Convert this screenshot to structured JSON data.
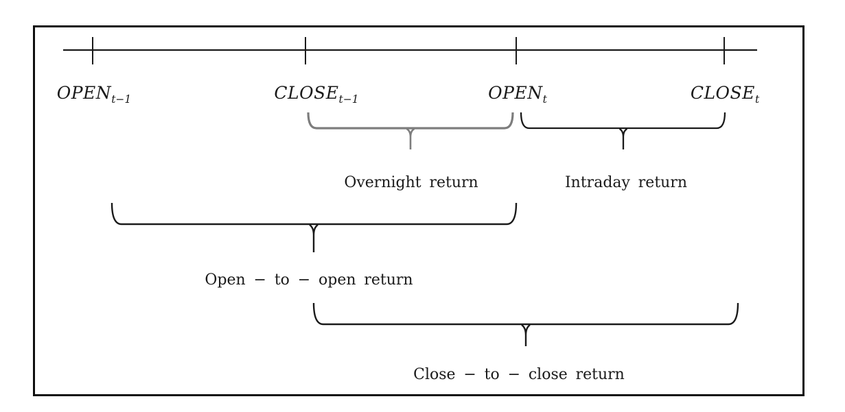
{
  "figure": {
    "type": "timeline-diagram",
    "colors": {
      "ink": "#1a1a1a",
      "border": "#0f0f0f",
      "overnight_brace": "#7d7d7d",
      "background": "#ffffff"
    }
  },
  "timeline": {
    "points": [
      {
        "name": "open-prev",
        "base": "OPEN",
        "sub": "t−1"
      },
      {
        "name": "close-prev",
        "base": "CLOSE",
        "sub": "t−1"
      },
      {
        "name": "open-curr",
        "base": "OPEN",
        "sub": "t"
      },
      {
        "name": "close-curr",
        "base": "CLOSE",
        "sub": "t"
      }
    ]
  },
  "annotations": {
    "overnight": {
      "label": "Overnight return"
    },
    "intraday": {
      "label": "Intraday return"
    },
    "open_to_open": {
      "label": "Open − to − open return"
    },
    "close_to_close": {
      "label": "Close − to − close return"
    }
  }
}
